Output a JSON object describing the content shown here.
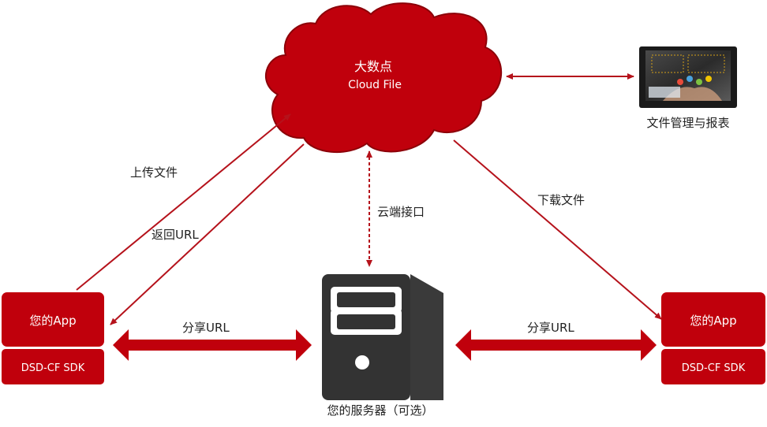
{
  "cloud": {
    "title": "大数点",
    "subtitle": "Cloud File"
  },
  "report": {
    "label": "文件管理与报表"
  },
  "left_client": {
    "app_label": "您的App",
    "sdk_label": "DSD-CF SDK"
  },
  "right_client": {
    "app_label": "您的App",
    "sdk_label": "DSD-CF SDK"
  },
  "server": {
    "label": "您的服务器（可选）"
  },
  "edges": {
    "upload": "上传文件",
    "return_url": "返回URL",
    "cloud_api": "云端接口",
    "download": "下载文件",
    "share_left": "分享URL",
    "share_right": "分享URL"
  },
  "colors": {
    "accent": "#c0000c",
    "server": "#333333",
    "line": "#b5121b"
  }
}
